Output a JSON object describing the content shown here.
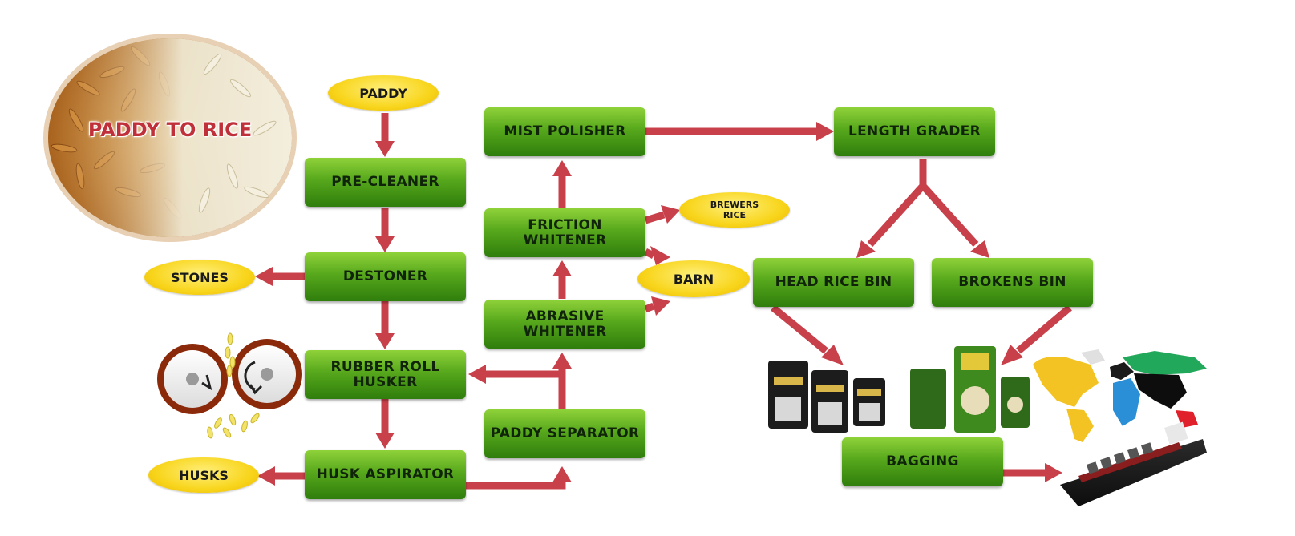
{
  "colors": {
    "box_green": "#4f9e18",
    "oval_yellow": "#f8d51c",
    "arrow_red": "#c8404a",
    "title_red": "#c0303a"
  },
  "illustration": {
    "title": "PADDY TO RICE"
  },
  "nodes": {
    "paddy": "PADDY",
    "pre_cleaner": "PRE-CLEANER",
    "destoner": "DESTONER",
    "stones": "STONES",
    "rubber_roll_husker": "RUBBER ROLL\nHUSKER",
    "husk_aspirator": "HUSK ASPIRATOR",
    "husks": "HUSKS",
    "paddy_separator": "PADDY SEPARATOR",
    "abrasive_whitener": "ABRASIVE WHITENER",
    "friction_whitener": "FRICTION WHITENER",
    "mist_polisher": "MIST POLISHER",
    "brewers_rice": "BREWERS\nRICE",
    "barn": "BARN",
    "length_grader": "LENGTH GRADER",
    "head_rice_bin": "HEAD RICE BIN",
    "brokens_bin": "BROKENS BIN",
    "bagging": "BAGGING"
  }
}
